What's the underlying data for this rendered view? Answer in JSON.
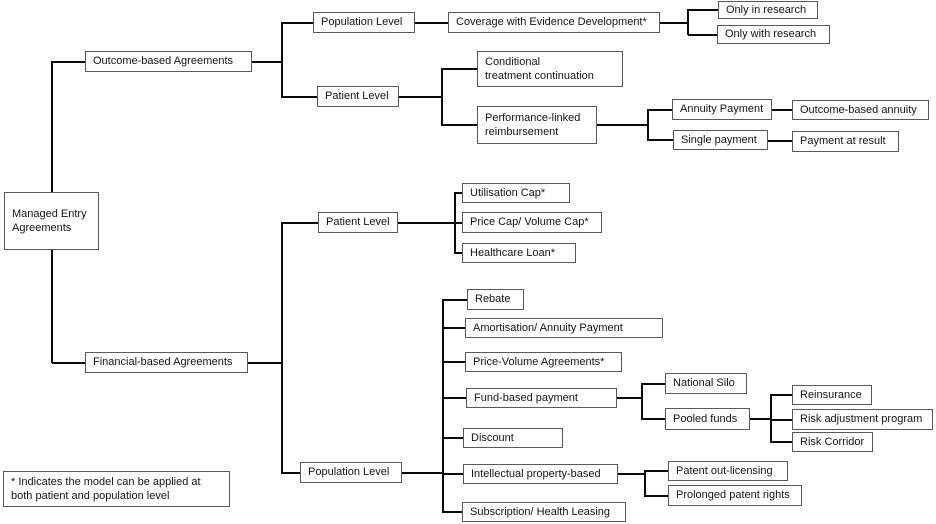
{
  "colors": {
    "background": "#ffffff",
    "box_border": "#595959",
    "line": "#0a0a0a",
    "text": "#141414"
  },
  "nodes": {
    "root": "Managed Entry\nAgreements",
    "outcome": {
      "label": "Outcome-based Agreements",
      "population_level": "Population Level",
      "coverage_evidence_development": "Coverage with Evidence Development*",
      "only_in_research": "Only in research",
      "only_with_research": "Only with research",
      "patient_level": "Patient Level",
      "conditional_treatment": "Conditional\ntreatment continuation",
      "performance_linked": "Performance-linked\nreimbursement",
      "annuity_payment": "Annuity Payment",
      "outcome_based_annuity": "Outcome-based annuity",
      "single_payment": "Single payment",
      "payment_at_result": "Payment at result"
    },
    "financial": {
      "label": "Financial-based Agreements",
      "patient_level": "Patient Level",
      "utilisation_cap": "Utilisation Cap*",
      "price_cap_volume_cap": "Price Cap/ Volume Cap*",
      "healthcare_loan": "Healthcare Loan*",
      "population_level": "Population Level",
      "rebate": "Rebate",
      "amortisation_annuity": "Amortisation/ Annuity Payment",
      "price_volume_agreements": "Price-Volume Agreements*",
      "fund_based_payment": "Fund-based payment",
      "national_silo": "National Silo",
      "pooled_funds": "Pooled funds",
      "reinsurance": "Reinsurance",
      "risk_adjustment_program": "Risk adjustment program",
      "risk_corridor": "Risk Corridor",
      "discount": "Discount",
      "intellectual_property": "Intellectual property-based",
      "patent_out_licensing": "Patent out-licensing",
      "prolonged_patent_rights": "Prolonged patent rights",
      "subscription_health_leasing": "Subscription/ Health Leasing"
    },
    "footnote": "* Indicates the model can be applied at\nboth patient and population level"
  }
}
